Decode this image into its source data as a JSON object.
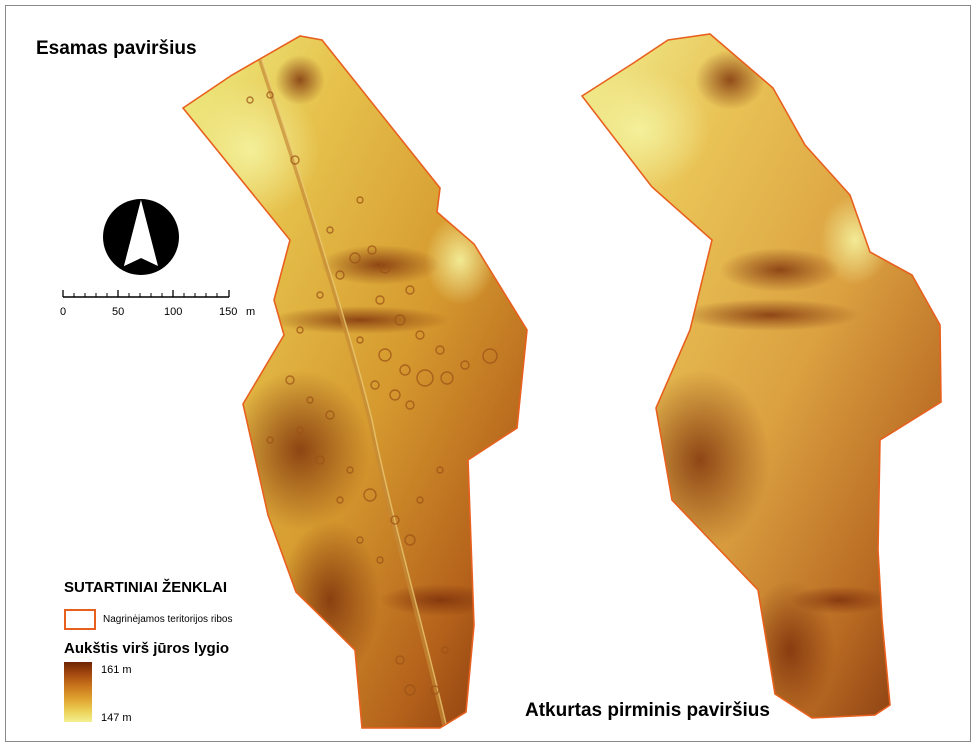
{
  "titles": {
    "left": "Esamas paviršius",
    "right": "Atkurtas pirminis paviršius"
  },
  "north_arrow": {
    "icon": "north-arrow-icon"
  },
  "scale_bar": {
    "labels": [
      "0",
      "50",
      "100",
      "150"
    ],
    "unit": "m"
  },
  "legend": {
    "title": "SUTARTINIAI ŽENKLAI",
    "boundary_label": "Nagrinėjamos teritorijos ribos",
    "boundary_color": "#e8601e",
    "elevation_title": "Aukštis virš jūros lygio",
    "elevation_max": "161 m",
    "elevation_min": "147 m",
    "ramp_colors": [
      "#6e2405",
      "#a0460e",
      "#c9751c",
      "#e0a431",
      "#ecd156",
      "#f3f091"
    ]
  }
}
